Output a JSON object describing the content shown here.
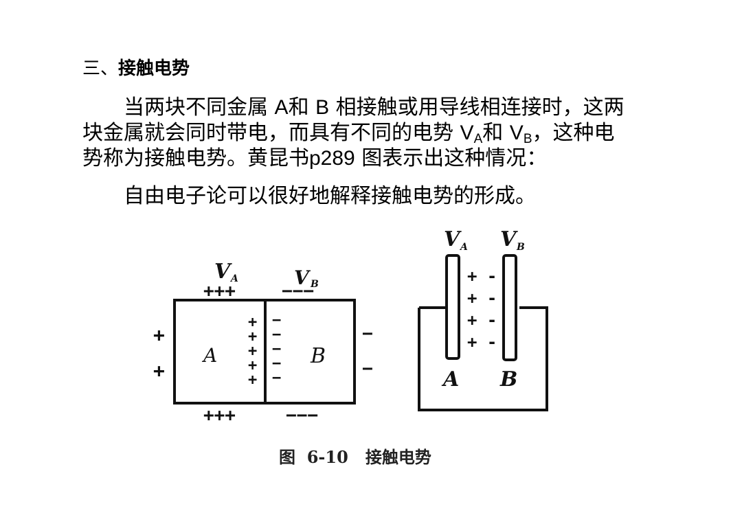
{
  "section": {
    "number": "三、",
    "title": "接触电势"
  },
  "paragraph1": {
    "line1_a": "当两块不同金属 ",
    "line1_b": "A",
    "line1_c": "和 ",
    "line1_d": "B",
    "line1_e": " 相接触或用导线相连接时，这两",
    "line2_a": "块金属就会同时带电，而具有不同的电势 ",
    "line2_va": "V",
    "line2_va_sub": "A",
    "line2_mid": "和 ",
    "line2_vb": "V",
    "line2_vb_sub": "B",
    "line2_end": "，这种电",
    "line3_a": "势称为接触电势。黄昆书",
    "line3_b": "p289",
    "line3_c": " 图表示出这种情况："
  },
  "paragraph2": {
    "text": "自由电子论可以很好地解释接触电势的形成。"
  },
  "figure": {
    "left": {
      "va_label": "V",
      "va_sub": "A",
      "vb_label": "V",
      "vb_sub": "B",
      "metal_a": "A",
      "metal_b": "B",
      "plus": "+",
      "minus": "−",
      "top_plus": "+++",
      "top_minus": "−−−",
      "bottom_plus": "+++",
      "bottom_minus": "−−−"
    },
    "right": {
      "va_label": "V",
      "va_sub": "A",
      "vb_label": "V",
      "vb_sub": "B",
      "metal_a": "A",
      "metal_b": "B",
      "charges": "+ -"
    },
    "caption": "图  6-10   接触电势"
  }
}
